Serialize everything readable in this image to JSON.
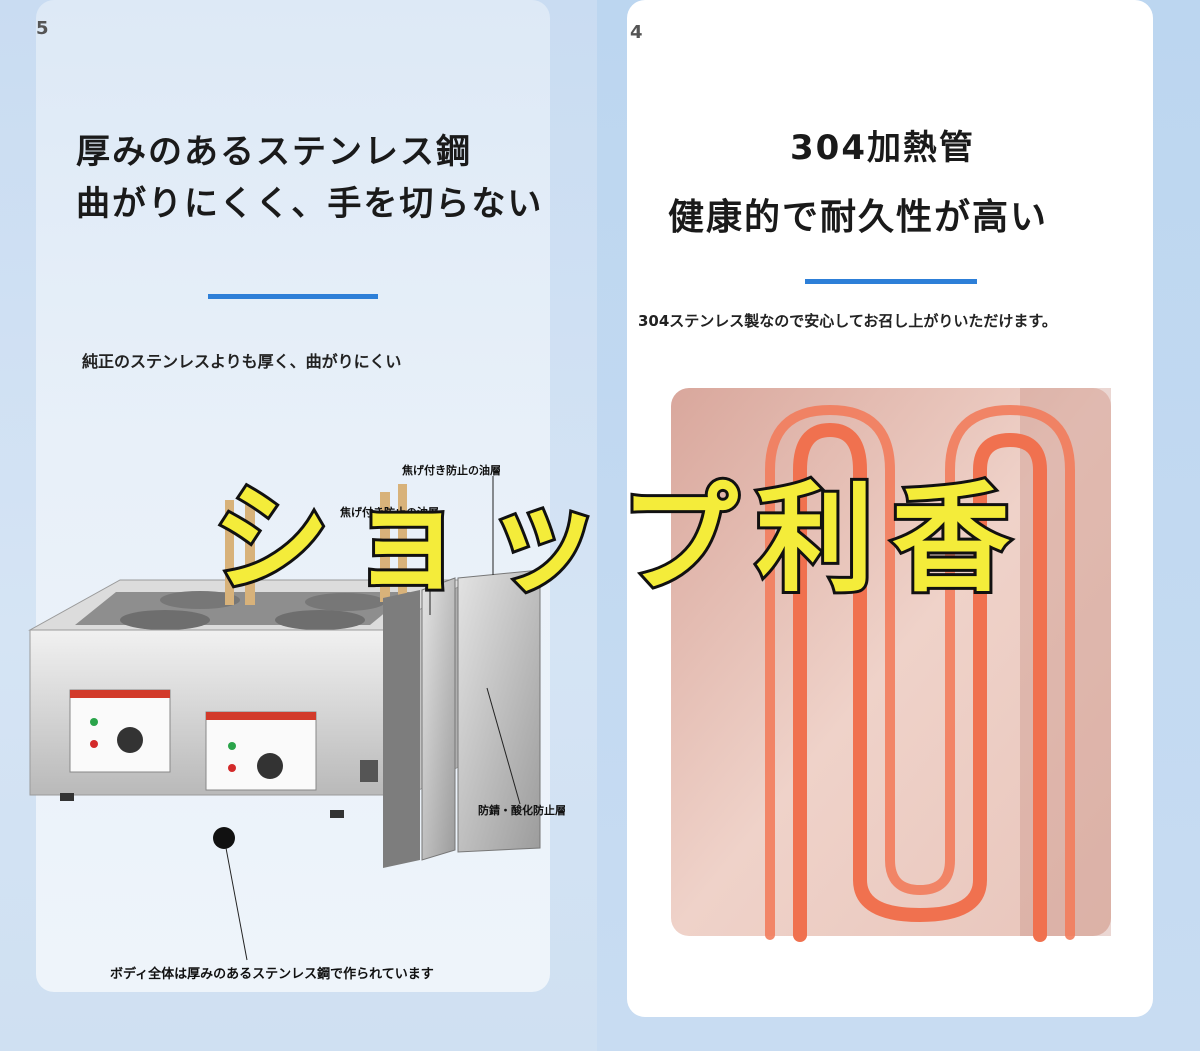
{
  "left_panel": {
    "page_number": "5",
    "heading_line1": "厚みのあるステンレス鋼",
    "heading_line2": "曲がりにくく、手を切らない",
    "subtext": "純正のステンレスよりも厚く、曲がりにくい",
    "labels": {
      "layer_top": "焦げ付き防止の油層",
      "layer_mid": "焦げ付き防止の油層",
      "layer_bottom": "防錆・酸化防止層",
      "body_caption": "ボディ全体は厚みのあるステンレス鋼で作られています"
    }
  },
  "right_panel": {
    "page_number": "4",
    "heading_line1": "304加熱管",
    "heading_line2": "健康的で耐久性が高い",
    "subtext": "304ステンレス製なので安心してお召し上がりいただけます。"
  },
  "watermark": {
    "text": "ショップ利香",
    "color": "#f4ec3a"
  },
  "colors": {
    "accent_blue": "#2d7fd8",
    "heating_tube": "#f0714f"
  }
}
